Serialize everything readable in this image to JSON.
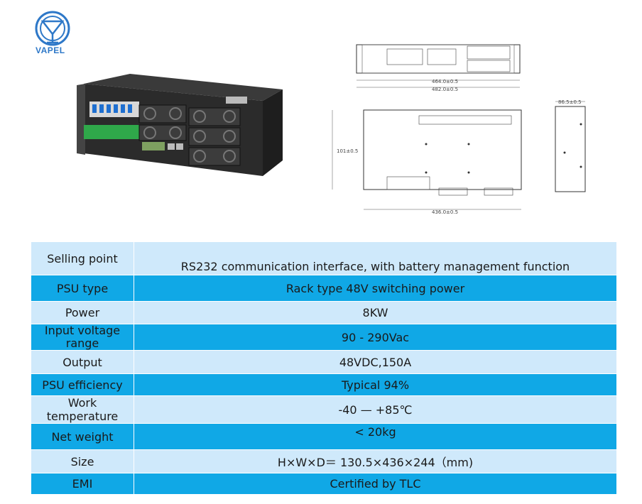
{
  "brand": {
    "name": "VAPEL",
    "accent": "#2e78c8"
  },
  "drawings": {
    "width_1": "464.0±0.5",
    "width_2": "482.0±0.5",
    "depth": "436.0±0.5",
    "height": "101±0.5",
    "side": "86.5±0.5"
  },
  "colors": {
    "row_light": "#cfe9fb",
    "row_dark": "#10a8e6"
  },
  "spec_rows": [
    {
      "label": "Selling point",
      "value": "RS232 communication interface, with battery management function"
    },
    {
      "label": "PSU type",
      "value": "Rack type 48V switching power"
    },
    {
      "label": "Power",
      "value": "8KW"
    },
    {
      "label": "Input voltage range",
      "value": "90 - 290Vac"
    },
    {
      "label": "Output",
      "value": "48VDC,150A"
    },
    {
      "label": "PSU efficiency",
      "value": "Typical 94%"
    },
    {
      "label": "Work temperature",
      "value": "-40 — +85℃"
    },
    {
      "label": "Net weight",
      "value": "< 20kg"
    },
    {
      "label": "Size",
      "value": "H×W×D＝ 130.5×436×244（mm)"
    },
    {
      "label": "EMI",
      "value": "Certified by TLC"
    }
  ]
}
